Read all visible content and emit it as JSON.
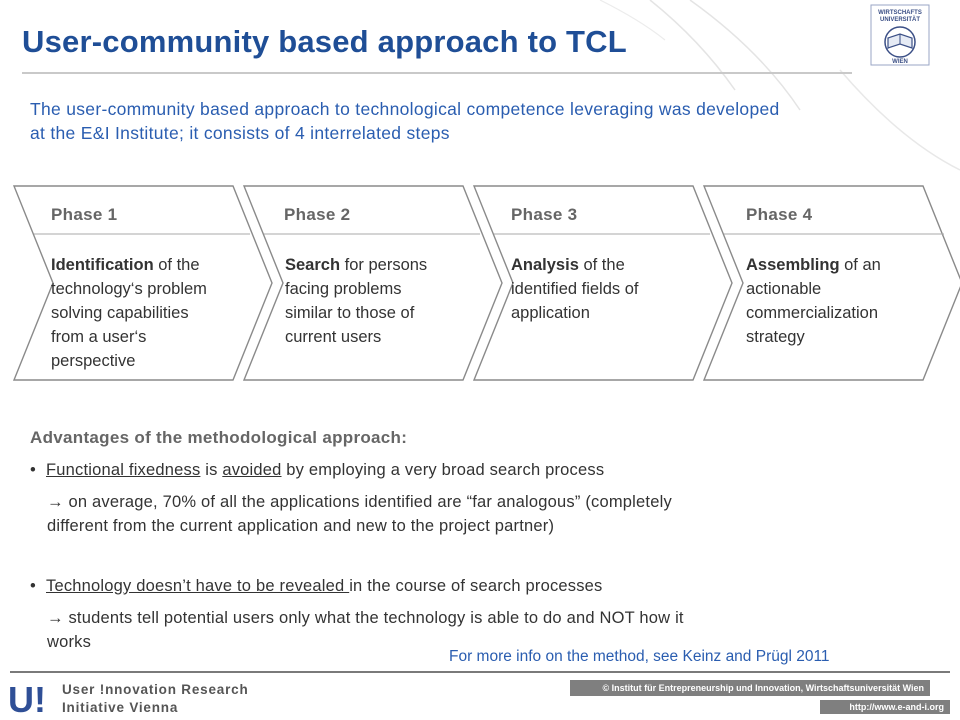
{
  "slide": {
    "title": "User-community based approach to TCL",
    "intro_line1": "The user-community based approach to technological competence leveraging was developed",
    "intro_line2": "at the E&I Institute; it consists of 4 interrelated steps"
  },
  "logo_top": {
    "text_line1": "WIRTSCHAFTS",
    "text_line2": "UNIVERSITÄT",
    "text_line3": "WIEN"
  },
  "phases": [
    {
      "label": "Phase 1",
      "bold": "Identification",
      "rest": " of the",
      "lines": [
        "technology‘s problem",
        "solving capabilities",
        "from a user‘s",
        "perspective"
      ]
    },
    {
      "label": "Phase 2",
      "bold": "Search",
      "rest": " for persons",
      "lines": [
        "facing problems",
        "similar to those of",
        "current users"
      ]
    },
    {
      "label": "Phase 3",
      "bold": "Analysis",
      "rest": " of the",
      "lines": [
        "identified fields of",
        "application"
      ]
    },
    {
      "label": "Phase 4",
      "bold": "Assembling",
      "rest": " of an",
      "lines": [
        "actionable",
        "commercialization",
        "strategy"
      ]
    }
  ],
  "advantages": {
    "heading": "Advantages of the methodological approach:",
    "b1_u1": "Functional fixedness",
    "b1_t1": " is ",
    "b1_u2": "avoided",
    "b1_t2": " by employing a very broad search process",
    "b1_sub_line1": "on average, 70% of all the applications identified are “far analogous” (completely",
    "b1_sub_line2": "different from the current application and new to the project partner)",
    "b2_u1": "Technology doesn’t have to be revealed ",
    "b2_t1": "in the course of search processes",
    "b2_sub_line1": "students tell potential users only what the technology is able to do and NOT how it",
    "b2_sub_line2": "works"
  },
  "reference": "For more info on the method, see Keinz and Prügl 2011",
  "footer": {
    "logo_mark": "U!",
    "line1": "User !nnovation Research",
    "line2": "Initiative Vienna",
    "institute": "© Institut für Entrepreneurship und Innovation, Wirtschaftsuniversität Wien",
    "url": "http://www.e-and-i.org"
  },
  "colors": {
    "title": "#1f4e96",
    "intro": "#2a5db0",
    "phase_label": "#666666",
    "body": "#333333"
  }
}
